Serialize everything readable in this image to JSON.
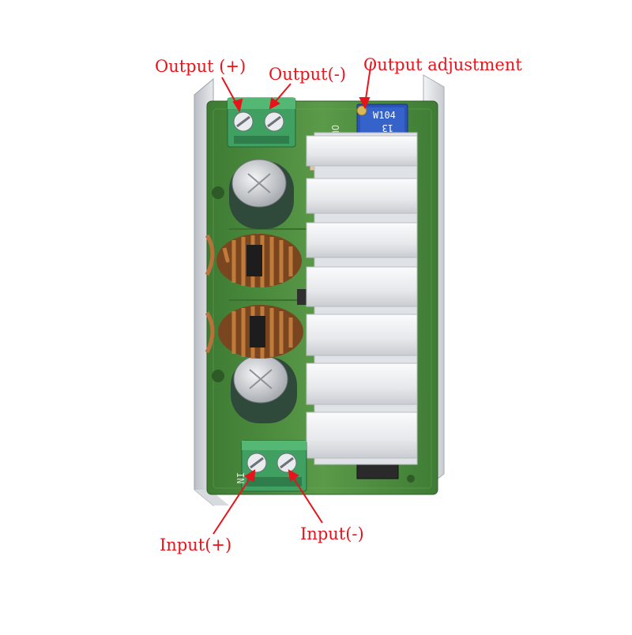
{
  "labels": {
    "output_pos": "Output (+)",
    "output_neg": "Output(-)",
    "output_adjust": "Output adjustment",
    "input_pos": "Input(+)",
    "input_neg": "Input(-)"
  },
  "board": {
    "pot_marking_top": "W104",
    "pot_marking_bottom": "13",
    "silk_out": "OUT",
    "silk_in": "IN"
  },
  "colors": {
    "label": "#e8141b",
    "pcb": "#4a8a3c",
    "terminal": "#3fa062",
    "heatsink": "#e4e6ea",
    "capacitor": "#2f4a3a",
    "coil": "#b06a2e",
    "pot": "#2b53b8"
  }
}
